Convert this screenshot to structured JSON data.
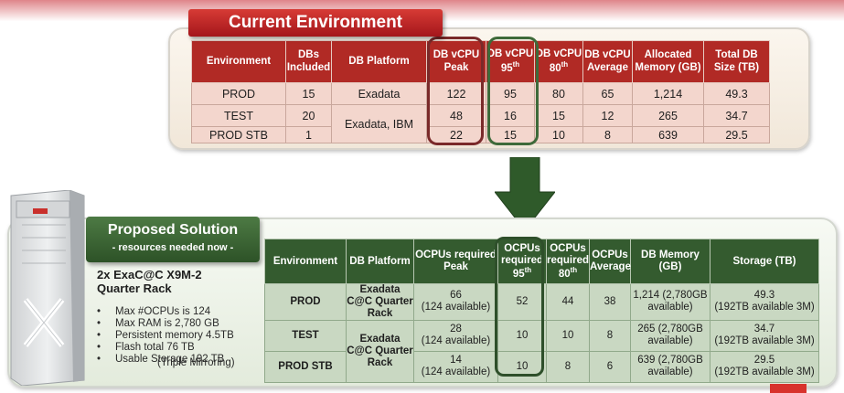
{
  "current": {
    "title": "Current Environment",
    "headers": {
      "environment": "Environment",
      "dbs": "DBs Included",
      "platform": "DB Platform",
      "peak": "DB vCPU Peak",
      "p95_base": "DB vCPU 95",
      "p95_sup": "th",
      "p80_base": "DB vCPU 80",
      "p80_sup": "th",
      "average": "DB vCPU Average",
      "memory": "Allocated Memory (GB)",
      "size": "Total DB Size (TB)"
    },
    "rows": [
      {
        "environment": "PROD",
        "dbs": "15",
        "platform": "Exadata",
        "peak": "122",
        "p95": "95",
        "p80": "80",
        "average": "65",
        "memory": "1,214",
        "size": "49.3"
      },
      {
        "environment": "TEST",
        "dbs": "20",
        "platform": "Exadata, IBM",
        "peak": "48",
        "p95": "16",
        "p80": "15",
        "average": "12",
        "memory": "265",
        "size": "34.7"
      },
      {
        "environment": "PROD STB",
        "dbs": "1",
        "peak": "22",
        "p95": "15",
        "p80": "10",
        "average": "8",
        "memory": "639",
        "size": "29.5"
      }
    ]
  },
  "proposed": {
    "title": "Proposed Solution",
    "subtitle": "- resources needed now -",
    "rack_name": "2x ExaC@C X9M-2 Quarter Rack",
    "specs": [
      "Max #OCPUs is 124",
      "Max RAM is 2,780 GB",
      "Persistent memory 4.5TB",
      "Flash total 76 TB",
      "Usable Storage 192 TB"
    ],
    "mirroring": "(Triple Mirroring)",
    "headers": {
      "environment": "Environment",
      "platform": "DB Platform",
      "peak": "OCPUs required Peak",
      "p95_base": "OCPUs required 95",
      "p95_sup": "th",
      "p80_base": "OCPUs required 80",
      "p80_sup": "th",
      "average": "OCPUs Average",
      "memory": "DB Memory (GB)",
      "storage": "Storage (TB)"
    },
    "rows": [
      {
        "environment": "PROD",
        "platform": "Exadata C@C Quarter Rack",
        "peak": "66",
        "peak_note": "(124 available)",
        "p95": "52",
        "p80": "44",
        "average": "38",
        "memory": "1,214 (2,780GB available)",
        "storage": "49.3",
        "storage_note": "(192TB available 3M)"
      },
      {
        "environment": "TEST",
        "platform": "Exadata C@C Quarter Rack",
        "peak": "28",
        "peak_note": "(124 available)",
        "p95": "10",
        "p80": "10",
        "average": "8",
        "memory": "265 (2,780GB available)",
        "storage": "34.7",
        "storage_note": "(192TB available 3M)"
      },
      {
        "environment": "PROD STB",
        "peak": "14",
        "peak_note": "(124 available)",
        "p95": "10",
        "p80": "8",
        "average": "6",
        "memory": "639 (2,780GB available)",
        "storage": "29.5",
        "storage_note": "(192TB available 3M)"
      }
    ]
  },
  "colors": {
    "current_header": "#b12a25",
    "current_cell": "#f3d6cd",
    "proposed_header": "#345b2f",
    "proposed_cell": "#c9d8c2",
    "arrow": "#2f5a2a"
  },
  "icons": {
    "arrow": "down-arrow-icon",
    "rack": "server-rack-icon"
  }
}
